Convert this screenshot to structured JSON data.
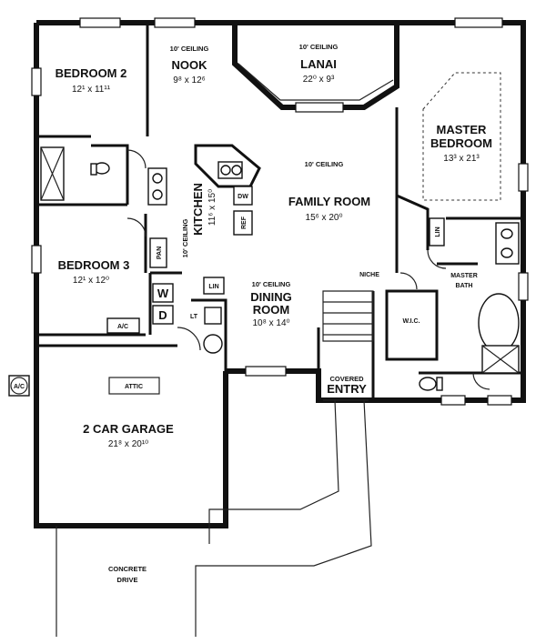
{
  "rooms": {
    "bedroom2": {
      "name": "BEDROOM 2",
      "dim": "12¹ x 11¹¹"
    },
    "bedroom3": {
      "name": "BEDROOM 3",
      "dim": "12¹ x 12⁰"
    },
    "nook": {
      "ceiling": "10' CEILING",
      "name": "NOOK",
      "dim": "9⁸ x 12⁶"
    },
    "lanai": {
      "ceiling": "10' CEILING",
      "name": "LANAI",
      "dim": "22⁰ x 9³"
    },
    "kitchen": {
      "ceiling": "10' CEILING",
      "name": "KITCHEN",
      "dim": "11⁶ x 15⁰"
    },
    "family": {
      "ceiling": "10' CEILING",
      "name": "FAMILY ROOM",
      "dim": "15⁶ x 20⁰"
    },
    "master": {
      "name1": "MASTER",
      "name2": "BEDROOM",
      "dim": "13³ x 21³"
    },
    "dining": {
      "ceiling": "10' CEILING",
      "name1": "DINING",
      "name2": "ROOM",
      "dim": "10⁸ x 14⁰"
    },
    "garage": {
      "name": "2 CAR GARAGE",
      "dim": "21⁸ x 20¹⁰"
    },
    "drive": {
      "line1": "CONCRETE",
      "line2": "DRIVE"
    },
    "entry": {
      "line1": "COVERED",
      "line2": "ENTRY"
    }
  },
  "labels": {
    "wic": "W.I.C.",
    "master_bath1": "MASTER",
    "master_bath2": "BATH",
    "niche": "NICHE",
    "lin_master": "LIN",
    "lin_hall": "LIN",
    "attic": "ATTIC",
    "ac_hall": "A/C",
    "ac_outside": "A/C",
    "pan": "PAN",
    "washer": "W",
    "dryer": "D",
    "laundry_tub": "LT",
    "dishwasher": "DW",
    "refrigerator": "REF"
  }
}
